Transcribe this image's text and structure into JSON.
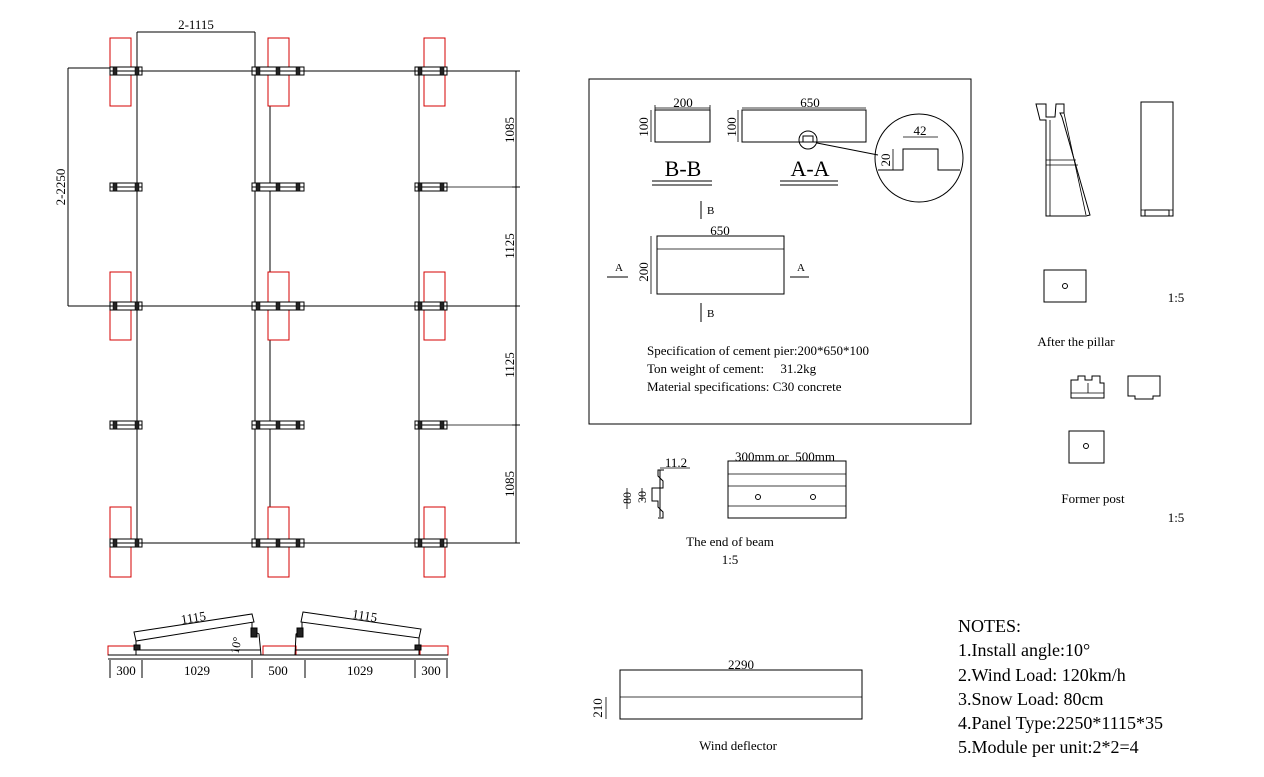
{
  "plan": {
    "dim_top": "2-1115",
    "dim_left": "2-2250",
    "dim_right": [
      "1085",
      "1125",
      "1125",
      "1085"
    ]
  },
  "section": {
    "panel_left": "1115",
    "panel_right": "1115",
    "angle": "10°",
    "segments": [
      "300",
      "1029",
      "500",
      "1029",
      "300"
    ]
  },
  "pier": {
    "bb_width": "200",
    "bb_height": "100",
    "bb_label": "B-B",
    "aa_width": "650",
    "aa_height": "100",
    "aa_label": "A-A",
    "detail_width": "42",
    "detail_height": "20",
    "plan_width": "650",
    "plan_height": "200",
    "cut_a": "A",
    "cut_b": "B",
    "spec_lines": [
      "Specification of cement pier:200*650*100",
      "Ton weight of cement:     31.2kg",
      "Material specifications: C30 concrete"
    ]
  },
  "beam_end": {
    "dim_11": "11.2",
    "dim_80": "80",
    "dim_30": "30",
    "length_label": "300mm or  500mm",
    "caption": "The end of beam",
    "scale": "1:5"
  },
  "posts": {
    "after_caption": "After the pillar",
    "after_scale": "1:5",
    "former_caption": "Former post",
    "former_scale": "1:5"
  },
  "deflector": {
    "length": "2290",
    "height": "210",
    "caption": "Wind deflector"
  },
  "notes": {
    "title": "NOTES:",
    "items": [
      "1.Install angle:10°",
      "2.Wind Load: 120km/h",
      "3.Snow Load: 80cm",
      "4.Panel Type:2250*1115*35",
      "5.Module per unit:2*2=4"
    ]
  }
}
